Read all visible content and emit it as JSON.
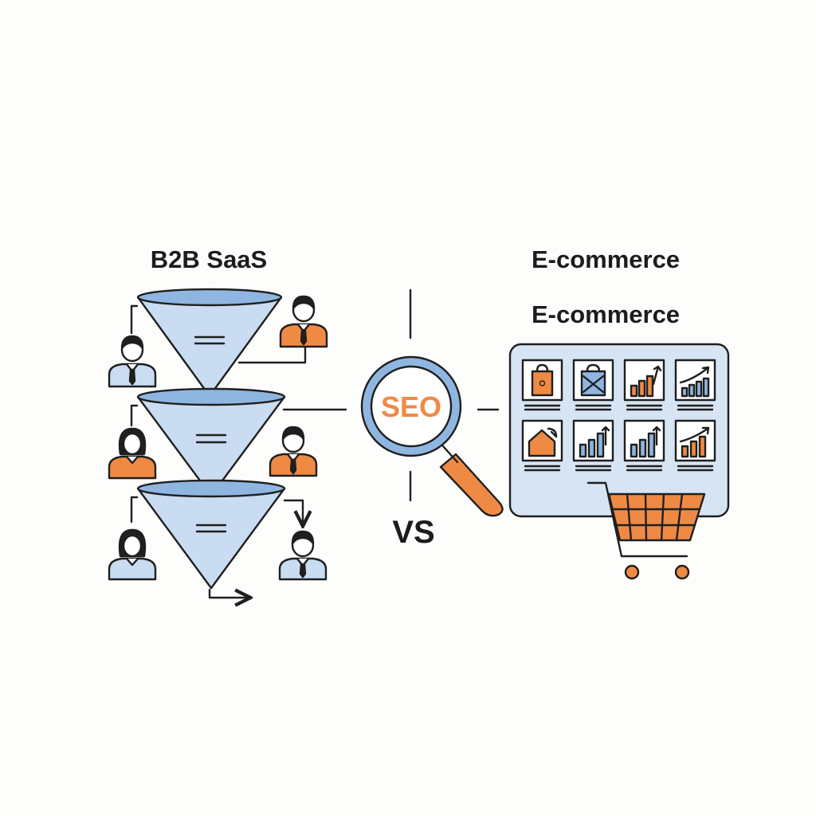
{
  "left_title": "B2B SaaS",
  "right_title_1": "E-commerce",
  "right_title_2": "E-commerce",
  "center_badge": "SEO",
  "vs_label": "VS",
  "colors": {
    "blue_light": "#c9dcf1",
    "blue_mid": "#8fb6e0",
    "blue_panel": "#d6e4f4",
    "orange": "#ef8a45",
    "ink": "#1f1f1f"
  },
  "icons": [
    "funnel-icon",
    "person-icon",
    "magnifier-icon",
    "product-card-icon",
    "shopping-cart-icon"
  ]
}
